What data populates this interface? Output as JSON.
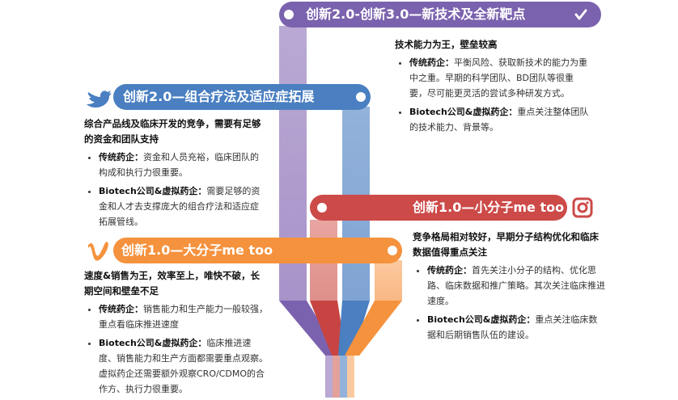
{
  "banners": {
    "top": "创新2.0-创新3.0—新技术及全新靶点",
    "left_upper": "创新2.0—组合疗法及适应症拓展",
    "right_lower": "创新1.0—小分子me too",
    "left_lower": "创新1.0—大分子me too"
  },
  "blocks": {
    "top_right": {
      "heading": "技术能力为王，壁垒较高",
      "items": [
        {
          "label": "传统药企：",
          "text": "平衡风险、获取新技术的能力为重中之重。早期的科学团队、BD团队等很重要，尽可能更灵活的尝试多种研发方式。"
        },
        {
          "label": "Biotech公司&虚拟药企：",
          "text": "重点关注整体团队的技术能力、背景等。"
        }
      ]
    },
    "upper_left": {
      "heading": "综合产品线及临床开发的竞争，需要有足够的资金和团队支持",
      "items": [
        {
          "label": "传统药企：",
          "text": "资金和人员充裕，临床团队的构成和执行力很重要。"
        },
        {
          "label": "Biotech公司&虚拟药企：",
          "text": "需要足够的资金和人才去支撑庞大的组合疗法和适应症拓展管线。"
        }
      ]
    },
    "lower_right": {
      "heading": "竞争格局相对较好，早期分子结构优化和临床数据值得重点关注",
      "items": [
        {
          "label": "传统药企：",
          "text": "首先关注小分子的结构、优化思路、临床数据和推广策略。其次关注临床推进速度。"
        },
        {
          "label": "Biotech公司&虚拟药企：",
          "text": "重点关注临床数据和后期销售队伍的建设。"
        }
      ]
    },
    "lower_left": {
      "heading": "速度&销售为王，效率至上，唯快不破，长期空间和壁垒不足",
      "items": [
        {
          "label": "传统药企：",
          "text": "销售能力和生产能力一般较强，重点看临床推进速度"
        },
        {
          "label": "Biotech公司&虚拟药企：",
          "text": "临床推进速度、销售能力和生产方面都需要重点观察。虚拟药企还需要额外观察CRO/CDMO的合作方、执行力很重要。"
        }
      ]
    }
  },
  "colors": {
    "purple": "#7b62ae",
    "blue": "#4a7fc1",
    "red": "#cc4a48",
    "orange": "#f5923e"
  },
  "icons": [
    "check-circle-icon",
    "twitter-bird-icon",
    "instagram-icon",
    "vimeo-icon"
  ]
}
